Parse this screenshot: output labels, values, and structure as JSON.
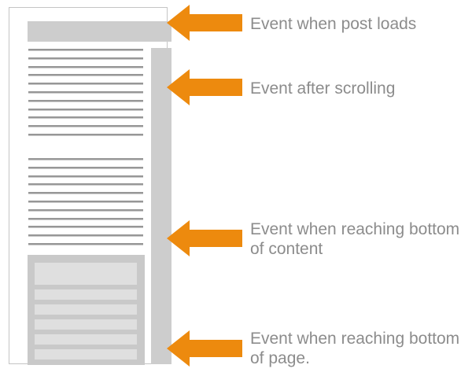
{
  "colors": {
    "arrow": "#ED8A0E",
    "label_text": "#8C8C8C",
    "wireframe_fill": "#CDCDCD",
    "wireframe_border": "#C5C5C5",
    "text_line": "#979797",
    "comment_box": "#C9C9C9",
    "comment_row": "#DFDFDF"
  },
  "annotations": [
    {
      "label": "Event when post loads"
    },
    {
      "label": "Event after scrolling"
    },
    {
      "label": "Event when reaching bottom\nof content"
    },
    {
      "label": "Event when reaching bottom\nof page."
    }
  ],
  "wireframe": {
    "paragraph_line_counts": [
      11,
      11
    ],
    "comment_rows": {
      "tall": 1,
      "short": 5
    }
  }
}
